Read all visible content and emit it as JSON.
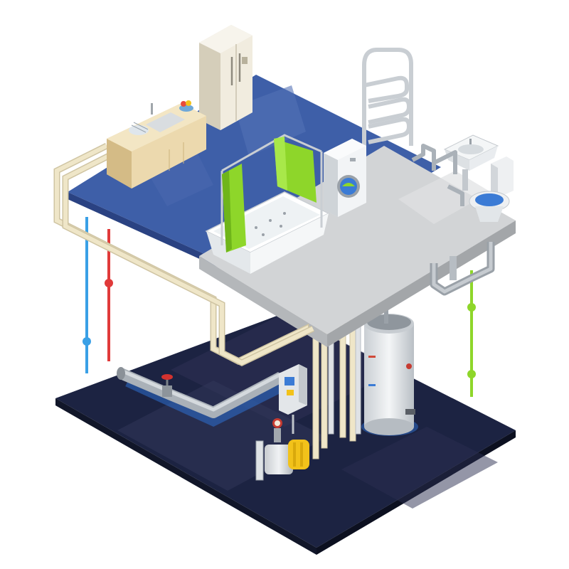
{
  "scene": {
    "colors": {
      "basement_floor": "#1c2342",
      "upper_floor_blue": "#3e5fa8",
      "upper_floor_grey": "#d2d4d6",
      "pipe_cream": "#efe6c8",
      "pipe_grey": "#a9b0b8",
      "cold_line": "#3aa0e6",
      "hot_line": "#e03a3a",
      "drain_line": "#8ed62a",
      "shower_curtain": "#8ed62a",
      "cabinet_wood": "#e6cf9e",
      "pump_yellow": "#f2c21a",
      "boiler_white": "#e9ecef"
    },
    "objects": [
      {
        "id": "refrigerator",
        "icon": "refrigerator-icon"
      },
      {
        "id": "kitchen-sink-cabinet",
        "icon": "sink-cabinet-icon"
      },
      {
        "id": "towel-warmer",
        "icon": "towel-warmer-icon"
      },
      {
        "id": "bathtub",
        "icon": "bathtub-icon"
      },
      {
        "id": "shower-curtain",
        "icon": "shower-curtain-icon"
      },
      {
        "id": "washing-machine",
        "icon": "washing-machine-icon"
      },
      {
        "id": "washbasin",
        "icon": "washbasin-icon"
      },
      {
        "id": "toilet",
        "icon": "toilet-icon"
      },
      {
        "id": "water-heater-boiler",
        "icon": "boiler-icon"
      },
      {
        "id": "water-pump",
        "icon": "pump-icon"
      },
      {
        "id": "control-panel",
        "icon": "control-panel-icon"
      },
      {
        "id": "main-valve",
        "icon": "valve-icon"
      }
    ]
  }
}
